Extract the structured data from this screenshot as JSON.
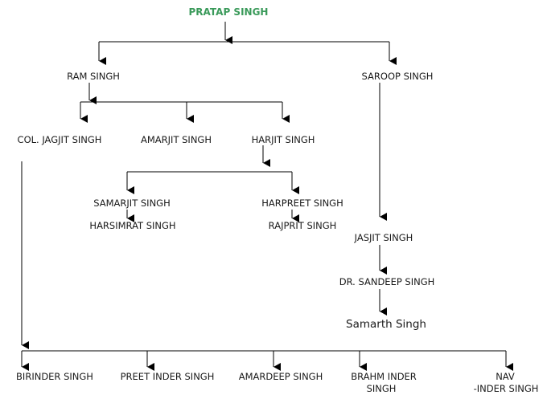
{
  "colors": {
    "root": "#3a9a5a",
    "text": "#1a1a1a",
    "lines": "#000000",
    "background": "#ffffff"
  },
  "nodes": {
    "pratap_singh": "PRATAP SINGH",
    "ram_singh": "RAM SINGH",
    "saroop_singh": "SAROOP SINGH",
    "col_jagjit_singh": "COL. JAGJIT SINGH",
    "amarjit_singh": "AMARJIT SINGH",
    "harjit_singh": "HARJIT SINGH",
    "samarjit_singh": "SAMARJIT SINGH",
    "harsimrat_singh": "HARSIMRAT SINGH",
    "harpreet_singh": "HARPREET SINGH",
    "rajprit_singh": "RAJPRIT SINGH",
    "jasjit_singh": "JASJIT SINGH",
    "dr_sandeep_singh": "DR. SANDEEP SINGH",
    "samarth_singh": "Samarth Singh",
    "birinder_singh": "BIRINDER SINGH",
    "preet_inder_singh": "PREET INDER SINGH",
    "amardeep_singh": "AMARDEEP SINGH",
    "brahm_inder_singh_line1": "BRAHM INDER",
    "brahm_inder_singh_line2": "SINGH",
    "nav_inder_singh_line1": "NAV",
    "nav_inder_singh_line2": "-INDER SINGH"
  }
}
